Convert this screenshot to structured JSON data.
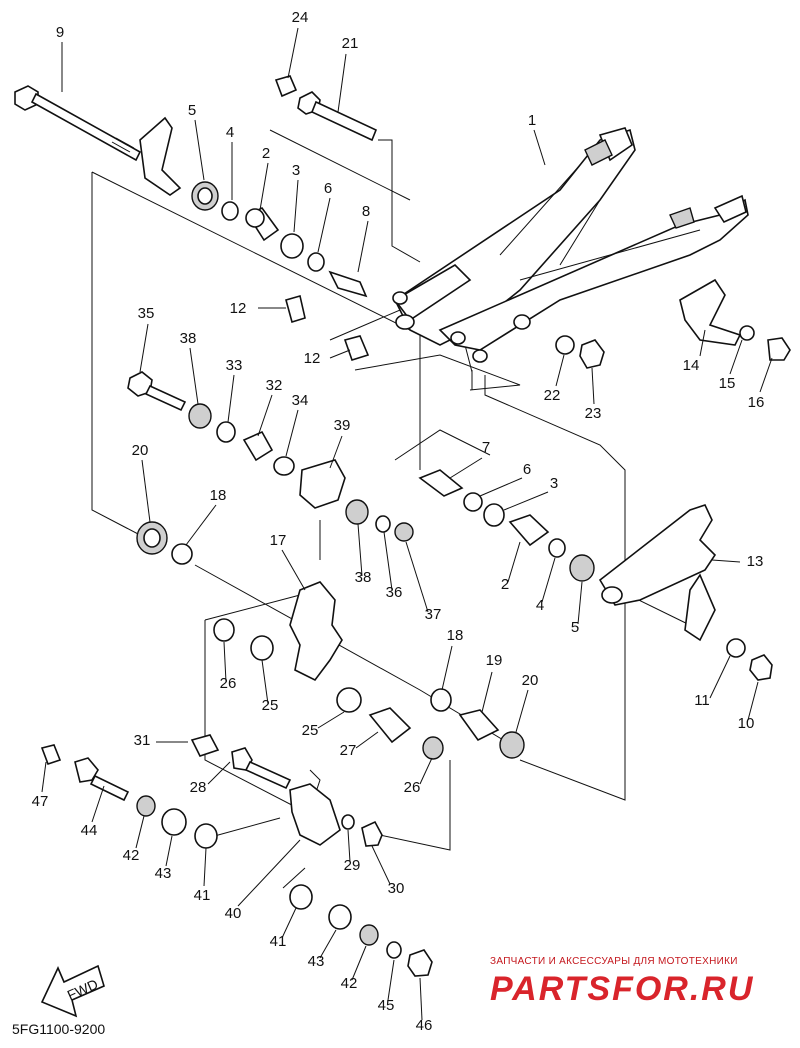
{
  "diagram": {
    "part_labels": [
      "1",
      "2",
      "3",
      "4",
      "5",
      "6",
      "7",
      "8",
      "9",
      "10",
      "11",
      "12",
      "13",
      "14",
      "15",
      "16",
      "17",
      "18",
      "19",
      "20",
      "21",
      "22",
      "23",
      "24",
      "25",
      "26",
      "27",
      "28",
      "29",
      "30",
      "31",
      "32",
      "33",
      "34",
      "35",
      "36",
      "37",
      "38",
      "39",
      "40",
      "41",
      "42",
      "43",
      "44",
      "45",
      "46",
      "47"
    ],
    "diagram_code": "5FG1100-9200",
    "fwd_label": "FWD"
  },
  "watermark": {
    "tagline": "ЗАПЧАСТИ И АКСЕССУАРЫ ДЛЯ МОТОТЕХНИКИ",
    "brand": "PARTSFOR.RU"
  }
}
